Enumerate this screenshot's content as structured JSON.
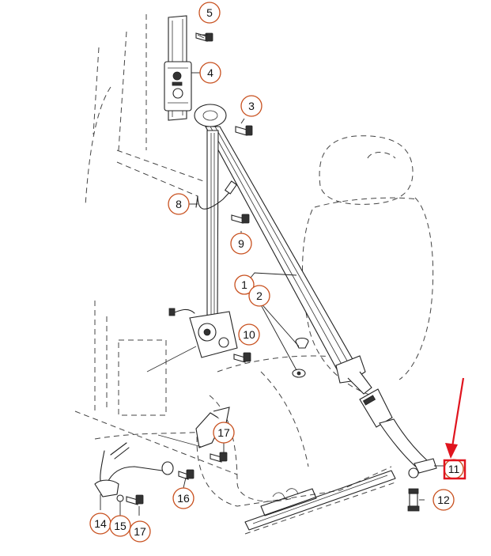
{
  "callout_color": "#c8501e",
  "highlight_color": "#e0141e",
  "callouts": {
    "c1": "1",
    "c2": "2",
    "c3": "3",
    "c4": "4",
    "c5": "5",
    "c6": "8",
    "c7": "9",
    "c8": "10",
    "c9": "11",
    "c10": "12",
    "c11": "14",
    "c12": "15",
    "c13": "16",
    "c14": "17",
    "c15": "17"
  }
}
